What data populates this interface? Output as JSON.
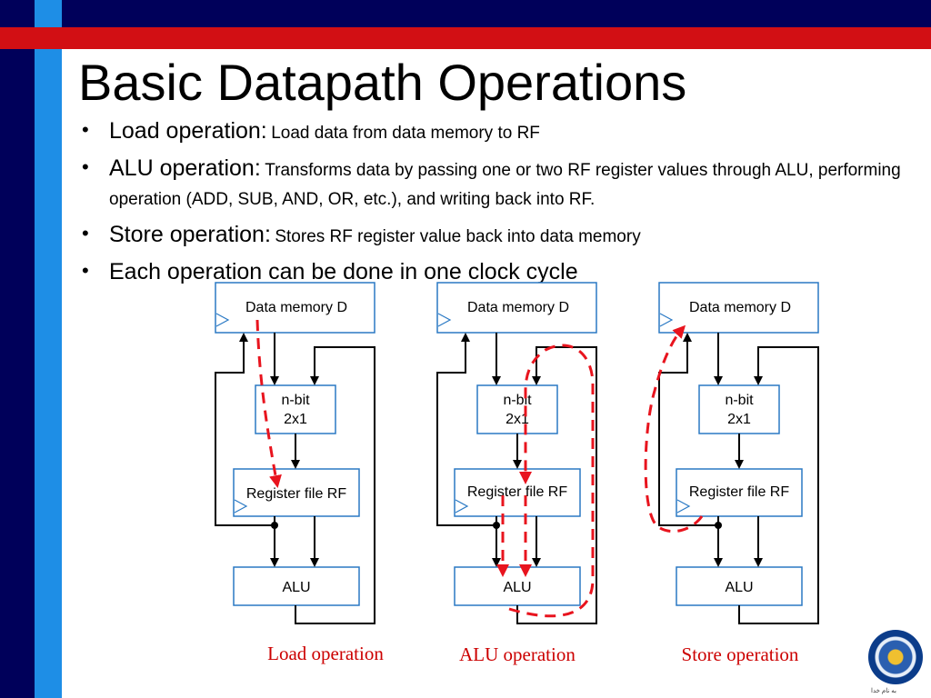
{
  "slide": {
    "title": "Basic Datapath Operations",
    "bullets": [
      {
        "head": "Load operation:",
        "text": "Load data from data memory to RF"
      },
      {
        "head": "ALU operation:",
        "text": "Transforms data by passing one or two RF register values through ALU, performing operation (ADD, SUB, AND, OR, etc.), and writing back into RF."
      },
      {
        "head": "Store operation:",
        "text": "Stores RF register value back into data memory"
      },
      {
        "head": "Each operation can be done in one clock cycle",
        "text": ""
      }
    ]
  },
  "diagram": {
    "blocks": {
      "memory": "Data memory D",
      "mux_line1": "n-bit",
      "mux_line2": "2x1",
      "register_file": "Register file RF",
      "alu": "ALU"
    },
    "captions": [
      "Load operation",
      "ALU operation",
      "Store operation"
    ]
  },
  "colors": {
    "block_border": "#2a79c4",
    "path_dashed": "#e8141e",
    "caption": "#cc0000",
    "bar_navy": "#00005a",
    "bar_light_blue": "#1e8ee6",
    "bar_red": "#d20f14"
  },
  "logo": {
    "caption": "ﺑﻪ ﻧﺎﻡ ﺧﺪﺍ"
  }
}
